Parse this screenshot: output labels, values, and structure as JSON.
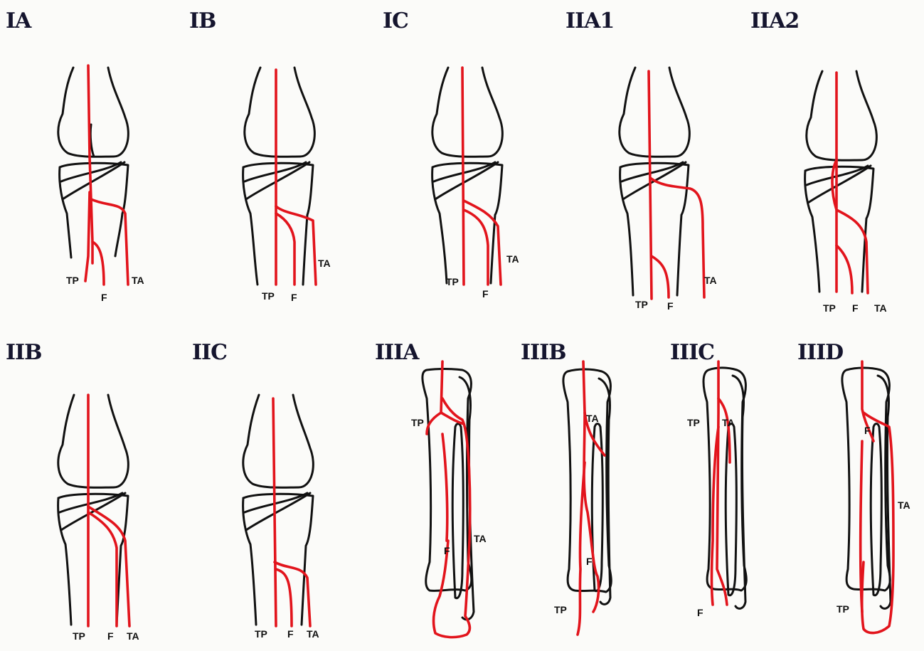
{
  "panels": [
    {
      "id": "IA",
      "title": "IA",
      "labels": {
        "tp": "TP",
        "f": "F",
        "ta": "TA"
      }
    },
    {
      "id": "IB",
      "title": "IB",
      "labels": {
        "tp": "TP",
        "f": "F",
        "ta": "TA"
      }
    },
    {
      "id": "IC",
      "title": "IC",
      "labels": {
        "tp": "TP",
        "f": "F",
        "ta": "TA"
      }
    },
    {
      "id": "IIA1",
      "title": "IIA1",
      "labels": {
        "tp": "TP",
        "f": "F",
        "ta": "TA"
      }
    },
    {
      "id": "IIA2",
      "title": "IIA2",
      "labels": {
        "tp": "TP",
        "f": "F",
        "ta": "TA"
      }
    },
    {
      "id": "IIB",
      "title": "IIB",
      "labels": {
        "tp": "TP",
        "f": "F",
        "ta": "TA"
      }
    },
    {
      "id": "IIC",
      "title": "IIC",
      "labels": {
        "tp": "TP",
        "f": "F",
        "ta": "TA"
      }
    },
    {
      "id": "IIIA",
      "title": "IIIA",
      "labels": {
        "tp": "TP",
        "f": "F",
        "ta": "TA"
      }
    },
    {
      "id": "IIIB",
      "title": "IIIB",
      "labels": {
        "tp": "TP",
        "f": "F",
        "ta": "TA"
      }
    },
    {
      "id": "IIIC",
      "title": "IIIC",
      "labels": {
        "tp": "TP",
        "f": "F",
        "ta": "TA"
      }
    },
    {
      "id": "IIID",
      "title": "IIID",
      "labels": {
        "tp": "TP",
        "f": "F",
        "ta": "TA"
      }
    }
  ],
  "colors": {
    "artery": "#e2141c",
    "bone": "#111111",
    "background": "#fbfbf9"
  }
}
